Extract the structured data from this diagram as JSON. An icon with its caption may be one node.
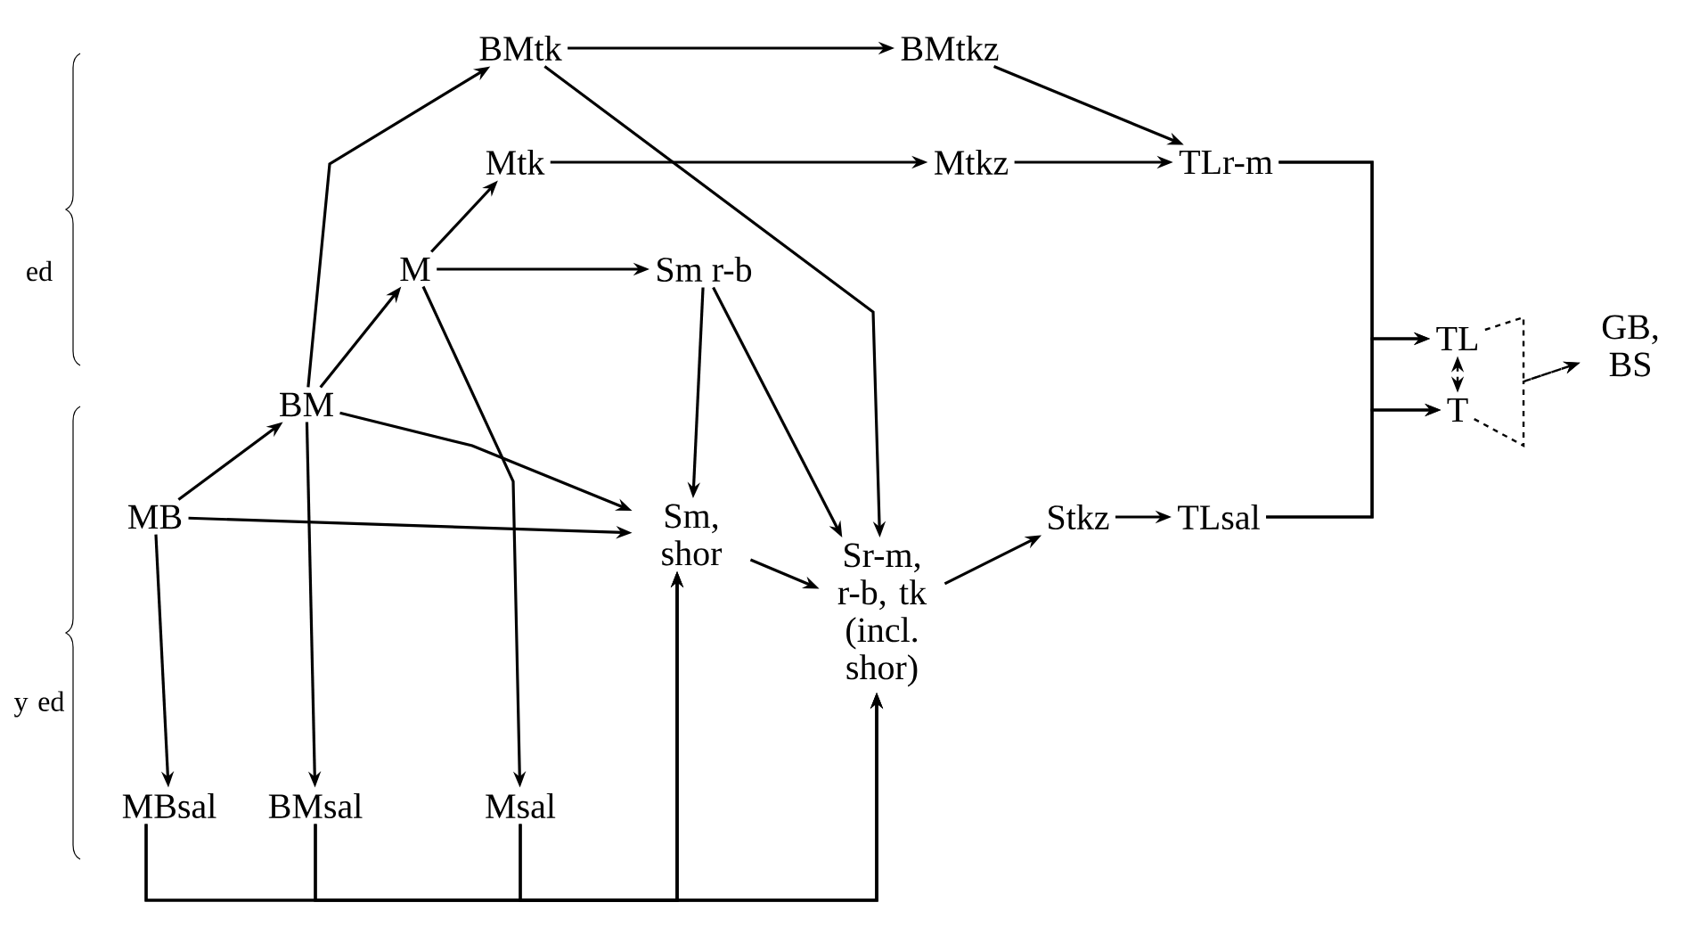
{
  "diagram": {
    "nodes": [
      {
        "text": [
          "BMtk"
        ]
      },
      {
        "text": [
          "BMtkz"
        ]
      },
      {
        "text": [
          "Mtk"
        ]
      },
      {
        "text": [
          "Mtkz"
        ]
      },
      {
        "text": [
          "TLr-m"
        ]
      },
      {
        "text": [
          "M"
        ]
      },
      {
        "text": [
          "Sm r-b"
        ]
      },
      {
        "text": [
          "BM"
        ]
      },
      {
        "text": [
          "MB"
        ]
      },
      {
        "text": [
          "Sm, shor"
        ]
      },
      {
        "text": [
          "Sr-m, r-b, tk (incl. shor)"
        ]
      },
      {
        "text": [
          "Stkz"
        ]
      },
      {
        "text": [
          "TLsal"
        ]
      },
      {
        "text": [
          "TL"
        ]
      },
      {
        "text": [
          "T"
        ]
      },
      {
        "text": [
          "GB, BS"
        ]
      },
      {
        "text": [
          "MBsal"
        ]
      },
      {
        "text": [
          "BMsal"
        ]
      },
      {
        "text": [
          "Msal"
        ]
      }
    ],
    "edges": [
      {
        "from": 0,
        "to": 1,
        "arrow": "to"
      },
      {
        "from": 0,
        "to": 10,
        "arrow": "to"
      },
      {
        "from": 7,
        "to": 0,
        "arrow": "to"
      },
      {
        "from": 1,
        "to": 4,
        "arrow": "to"
      },
      {
        "from": 2,
        "to": 3,
        "arrow": "to"
      },
      {
        "from": 3,
        "to": 4,
        "arrow": "to"
      },
      {
        "from": 5,
        "to": 2,
        "arrow": "to"
      },
      {
        "from": 5,
        "to": 6,
        "arrow": "to"
      },
      {
        "from": 7,
        "to": 5,
        "arrow": "to"
      },
      {
        "from": 8,
        "to": 7,
        "arrow": "to"
      },
      {
        "from": 8,
        "to": 9,
        "arrow": "to"
      },
      {
        "from": 7,
        "to": 9,
        "arrow": "to"
      },
      {
        "from": 5,
        "to": 18,
        "arrow": "to"
      },
      {
        "from": 7,
        "to": 17,
        "arrow": "to"
      },
      {
        "from": 8,
        "to": 16,
        "arrow": "to"
      },
      {
        "from": 6,
        "to": 9,
        "arrow": "to"
      },
      {
        "from": 6,
        "to": 10,
        "arrow": "to"
      },
      {
        "from": 9,
        "to": 10,
        "arrow": "to"
      },
      {
        "from": 10,
        "to": 11,
        "arrow": "to"
      },
      {
        "from": 11,
        "to": 12,
        "arrow": "to"
      },
      {
        "from": 4,
        "to": 13,
        "arrow": "to"
      },
      {
        "from": 4,
        "to": 14,
        "arrow": "to"
      },
      {
        "from": 12,
        "to": 13,
        "arrow": "to"
      },
      {
        "from": 12,
        "to": 14,
        "arrow": "to"
      },
      {
        "from": 13,
        "to": 14,
        "arrow": "both",
        "style": "dashed"
      },
      {
        "from": 13,
        "to": 15,
        "arrow": "to",
        "style": "dashed"
      },
      {
        "from": 14,
        "to": 15,
        "arrow": "to",
        "style": "dashed"
      },
      {
        "from": 16,
        "to": 9,
        "arrow": "to"
      },
      {
        "from": 16,
        "to": 10,
        "arrow": "to"
      },
      {
        "from": 17,
        "to": 9,
        "arrow": "to"
      },
      {
        "from": 17,
        "to": 10,
        "arrow": "to"
      },
      {
        "from": 18,
        "to": 9,
        "arrow": "to"
      },
      {
        "from": 18,
        "to": 10,
        "arrow": "to"
      }
    ],
    "labels": [
      "ed",
      "y ed"
    ]
  }
}
